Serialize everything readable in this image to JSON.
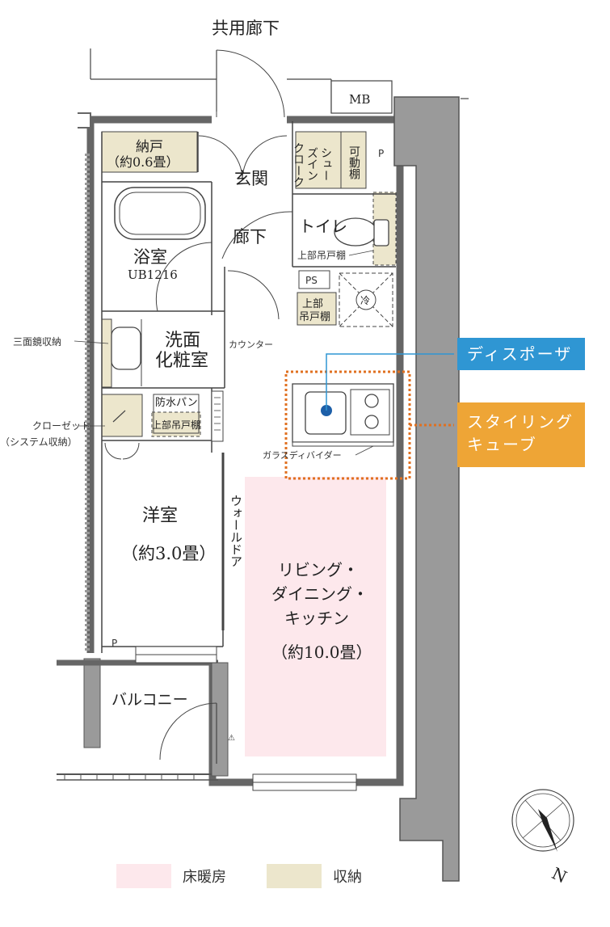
{
  "colors": {
    "floor_heating": "#fde8ec",
    "storage": "#ece6cc",
    "disposer": "#2f96d3",
    "styling_cube": "#eea536",
    "styling_dotted": "#e07020",
    "wall": "#6b6b6b",
    "structure": "#9a9a9a"
  },
  "labels": {
    "corridor": "共用廊下",
    "mb": "MB",
    "closet_room_1": "納戸",
    "closet_room_2": "（約0.6畳）",
    "entrance": "玄関",
    "shoes_1": "シュー",
    "shoes_2": "ズイン",
    "shoes_3": "クローク",
    "movable_shelf": "可動棚",
    "p_top": "P",
    "hallway": "廊下",
    "toilet": "トイレ",
    "upper_shelf_toilet": "上部吊戸棚",
    "bathroom": "浴室",
    "ub": "UB1216",
    "ps": "PS",
    "upper_shelf_2_1": "上部",
    "upper_shelf_2_2": "吊戸棚",
    "fridge": "冷",
    "mirror_storage": "三面鏡収納",
    "washroom_1": "洗面",
    "washroom_2": "化粧室",
    "counter": "カウンター",
    "waterproof_pan": "防水パン",
    "upper_shelf_3": "上部吊戸棚",
    "closet_1": "クローゼット",
    "closet_2": "（システム収納）",
    "glass_divider": "ガラスディバイダー",
    "western_room_1": "洋室",
    "western_room_2": "（約3.0畳）",
    "wall_door": "ウォールドア",
    "ldk_1": "リビング・",
    "ldk_2": "ダイニング・",
    "ldk_3": "キッチン",
    "ldk_4": "（約10.0畳）",
    "p_bottom": "P",
    "balcony": "バルコニー",
    "compass_n": "N"
  },
  "callouts": {
    "disposer": "ディスポーザ",
    "styling_1": "スタイリング",
    "styling_2": "キューブ"
  },
  "legend": [
    {
      "label": "床暖房",
      "color": "#fde8ec"
    },
    {
      "label": "収納",
      "color": "#ece6cc"
    }
  ]
}
